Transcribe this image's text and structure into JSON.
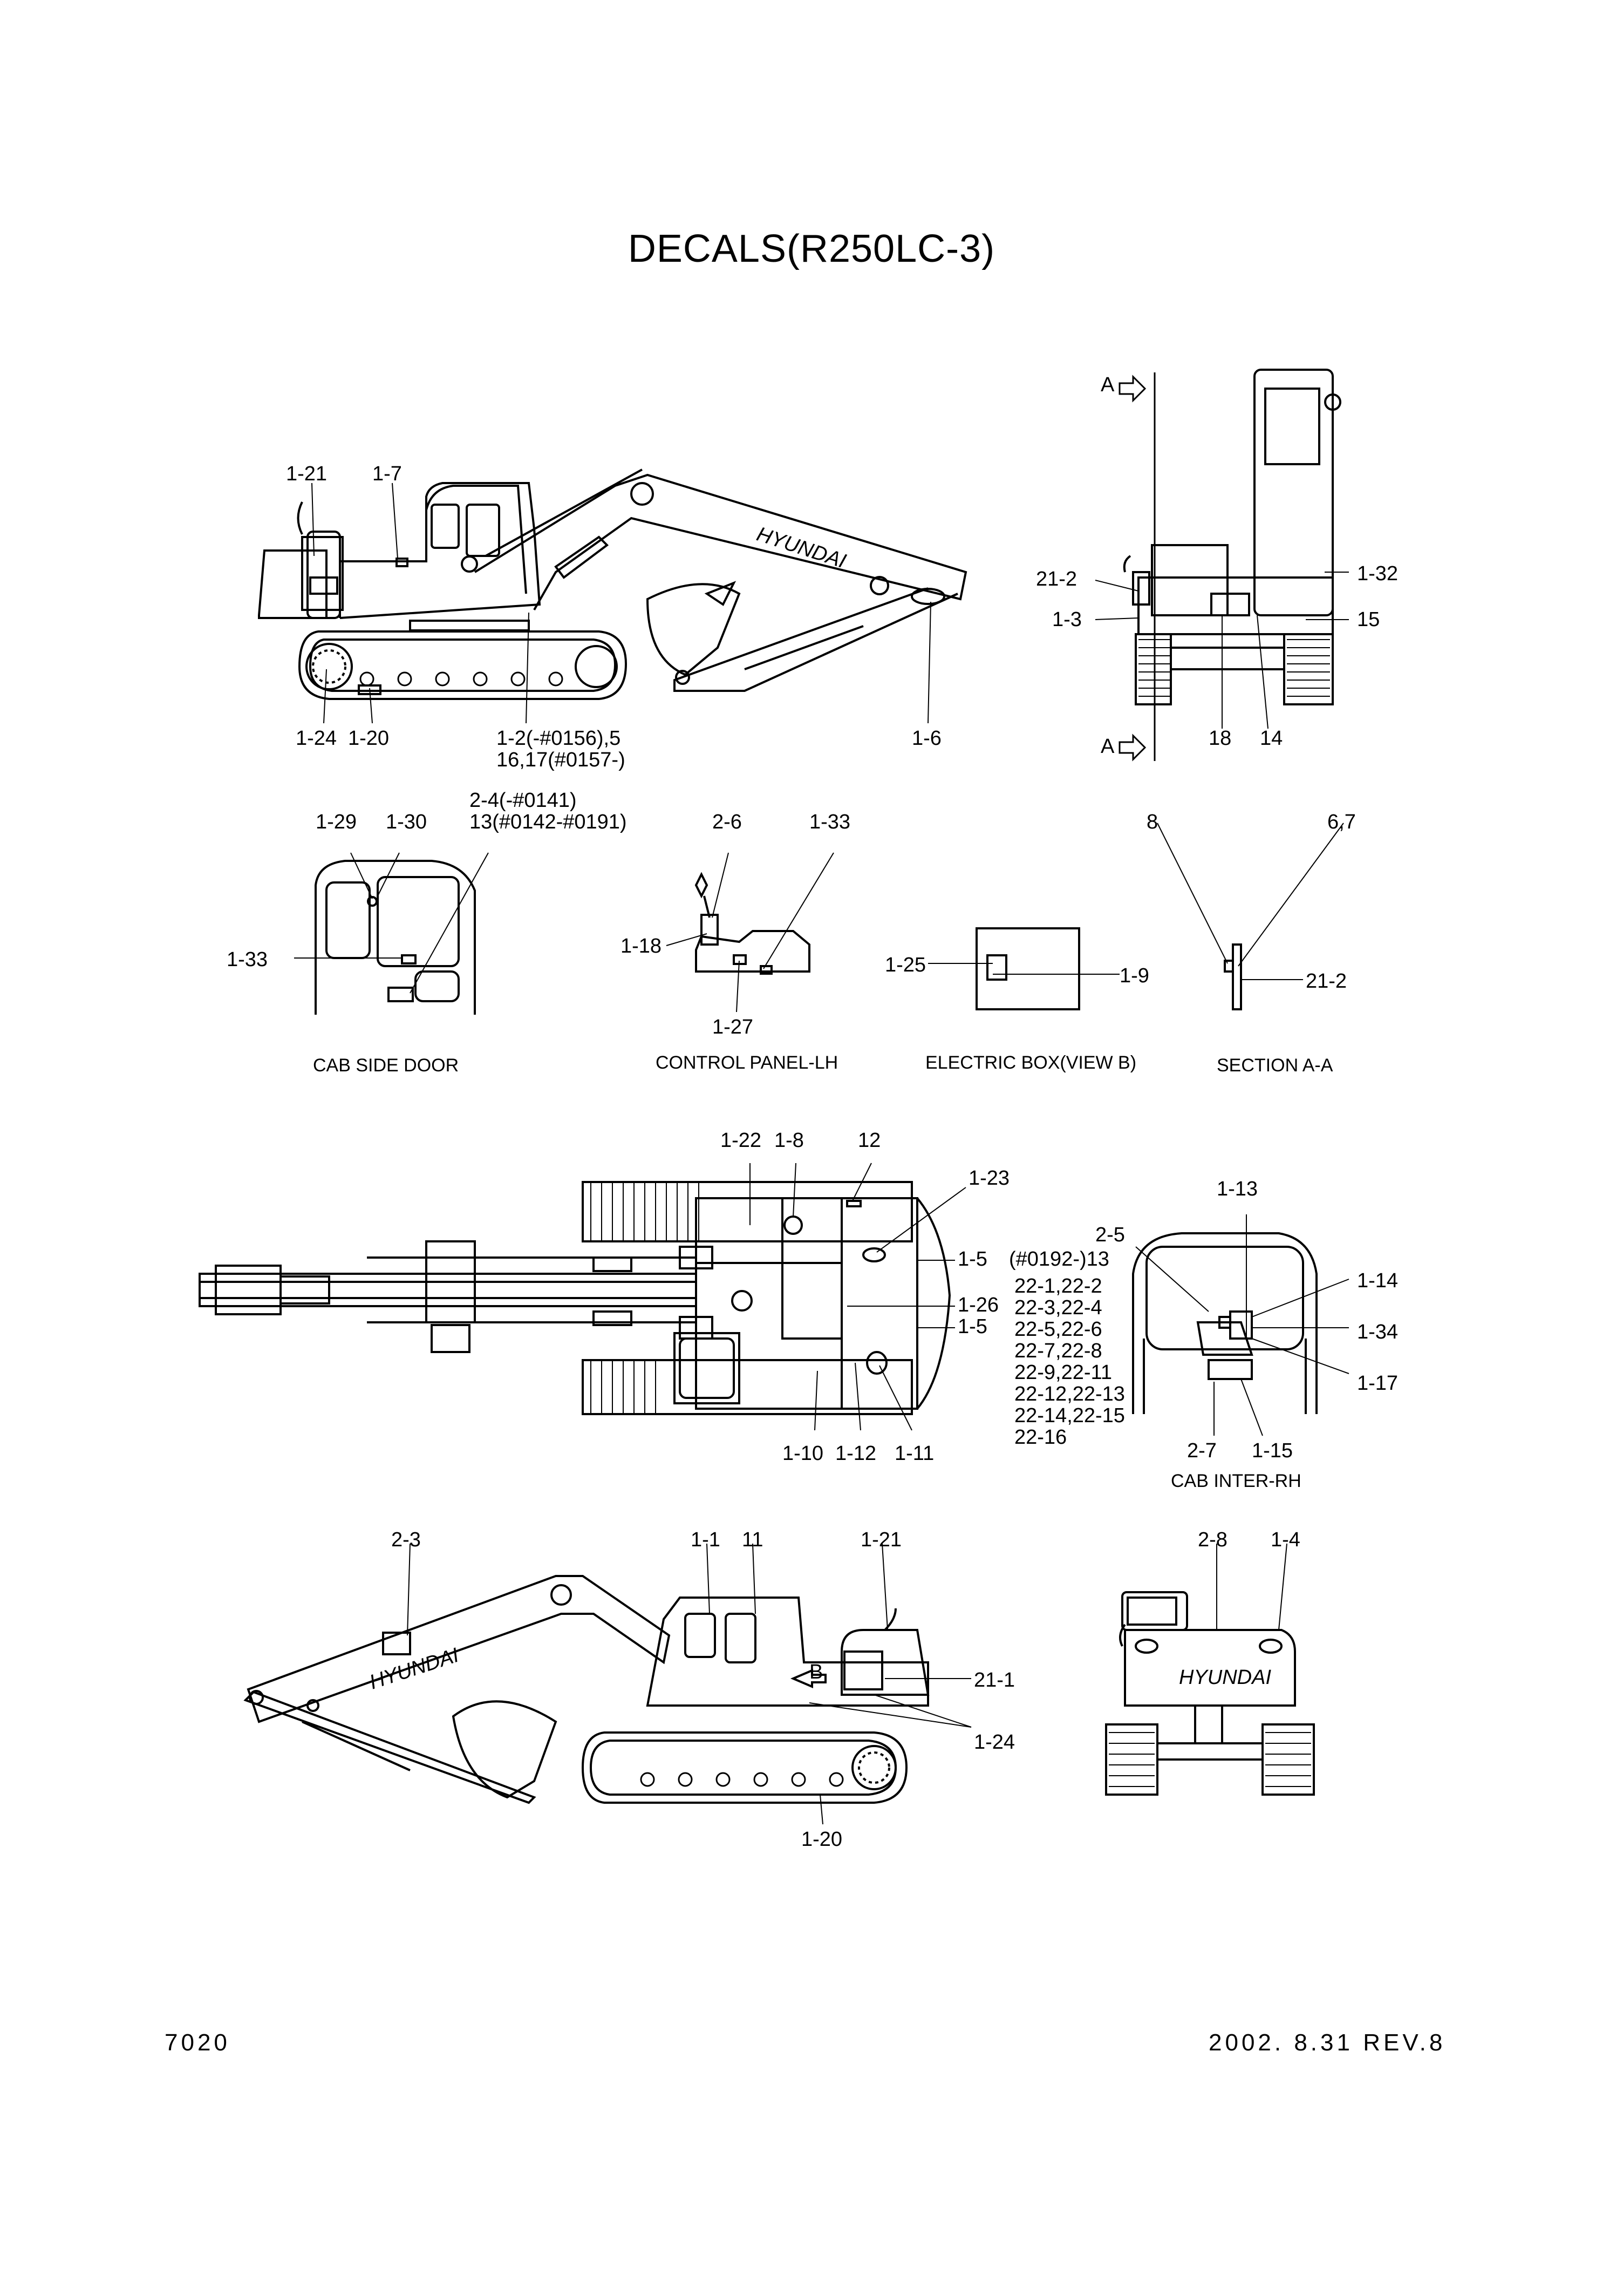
{
  "title": "DECALS(R250LC-3)",
  "page_number": "7020",
  "revision": "2002. 8.31 REV.8",
  "views": {
    "cab_side_door": "CAB SIDE DOOR",
    "control_panel_lh": "CONTROL PANEL-LH",
    "electric_box": "ELECTRIC BOX(VIEW B)",
    "section_aa": "SECTION A-A",
    "cab_inter_rh": "CAB INTER-RH"
  },
  "brand_markings": {
    "boom_logo": "HYUNDAI",
    "counterweight_logo": "HYUNDAI",
    "section_arrow": "A",
    "view_arrow": "B"
  },
  "callouts": {
    "side_left_top": [
      "1-21",
      "1-7"
    ],
    "side_left_bottom": [
      "1-24",
      "1-20",
      "1-2(-#0156),5",
      "16,17(#0157-)",
      "1-6"
    ],
    "front_view": [
      "21-2",
      "1-3",
      "1-32",
      "15",
      "18",
      "14",
      "A",
      "A"
    ],
    "cab_side_door": [
      "1-29",
      "1-30",
      "2-4(-#0141)",
      "13(#0142-#0191)",
      "1-33"
    ],
    "control_panel": [
      "2-6",
      "1-33",
      "1-18",
      "1-27"
    ],
    "electric_box": [
      "1-25",
      "1-9"
    ],
    "section_aa": [
      "8",
      "6,7",
      "21-2"
    ],
    "top_view": [
      "1-22",
      "1-8",
      "12",
      "1-23",
      "1-5",
      "1-26",
      "1-5",
      "1-10",
      "1-12",
      "1-11"
    ],
    "cab_inter_list": [
      "2-5",
      "(#0192-)13",
      "22-1,22-2",
      "22-3,22-4",
      "22-5,22-6",
      "22-7,22-8",
      "22-9,22-11",
      "22-12,22-13",
      "22-14,22-15",
      "22-16"
    ],
    "cab_inter": [
      "1-13",
      "1-14",
      "1-34",
      "1-17",
      "2-7",
      "1-15"
    ],
    "side_right": [
      "2-3",
      "1-1",
      "11",
      "1-21",
      "21-1",
      "1-24",
      "1-20"
    ],
    "rear_view": [
      "2-8",
      "1-4"
    ]
  }
}
